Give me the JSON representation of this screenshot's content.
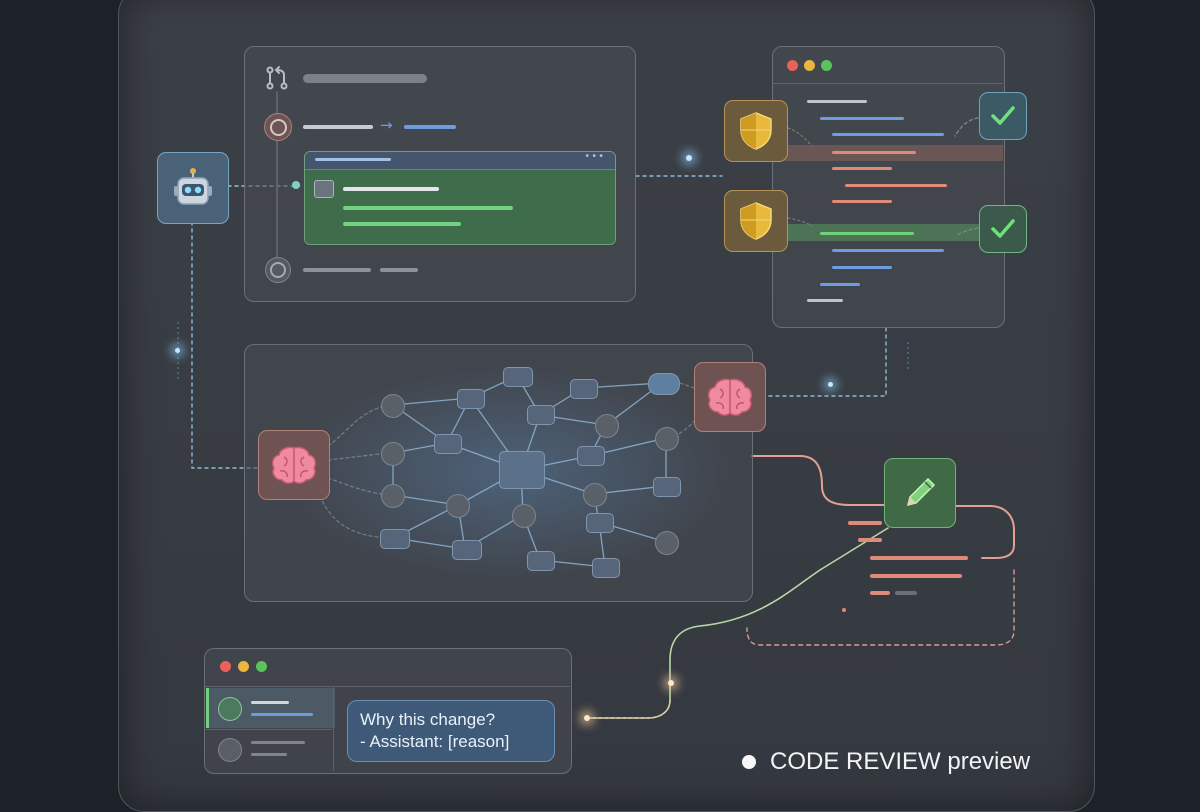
{
  "chat": {
    "bubble_line1": "Why this change?",
    "bubble_line2": "- Assistant: [reason]"
  },
  "caption": {
    "label": "CODE REVIEW preview"
  },
  "icons": {
    "bot": "robot-icon",
    "brain": "brain-icon",
    "shield": "shield-icon",
    "check": "checkmark-icon",
    "pencil": "pencil-icon",
    "git": "git-branch-icon"
  },
  "colors": {
    "accent_blue": "#6f9be0",
    "accent_green": "#5cc46e",
    "accent_salmon": "#e08b78",
    "traffic_red": "#e8615a",
    "traffic_yellow": "#e9b73f",
    "traffic_green": "#5ac35b"
  }
}
